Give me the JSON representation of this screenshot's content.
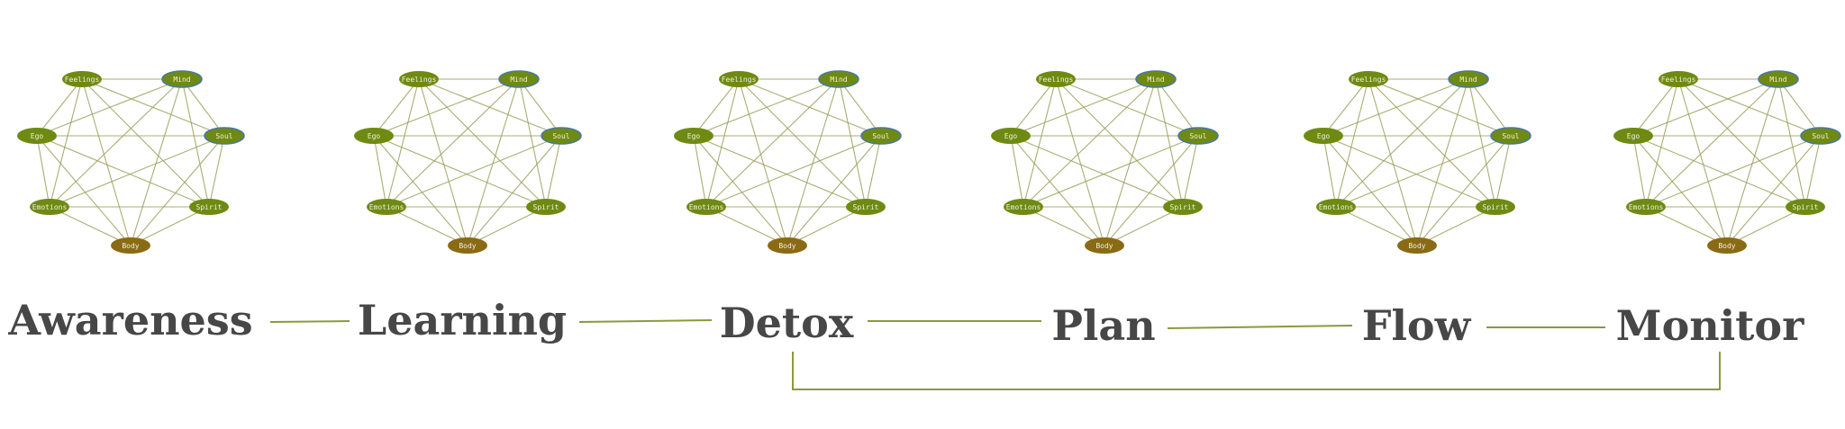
{
  "diagram": {
    "colors": {
      "node_fill_olive": "#6f8a12",
      "node_fill_brown": "#8a6a14",
      "node_stroke_blue": "#4a78a0",
      "node_text": "#f0f0e0",
      "edge": "#9aa05a",
      "connector": "#8a9a3a",
      "stage_text": "#474747"
    },
    "graph_nodes": [
      {
        "id": "feelings",
        "label": "Feelings",
        "fill": "olive"
      },
      {
        "id": "mind",
        "label": "Mind",
        "fill": "olive",
        "outline": "blue"
      },
      {
        "id": "soul",
        "label": "Soul",
        "fill": "olive",
        "outline": "blue"
      },
      {
        "id": "spirit",
        "label": "Spirit",
        "fill": "olive"
      },
      {
        "id": "body",
        "label": "Body",
        "fill": "brown"
      },
      {
        "id": "emotions",
        "label": "Emotions",
        "fill": "olive"
      },
      {
        "id": "ego",
        "label": "Ego",
        "fill": "olive"
      }
    ],
    "graph_edges": "complete",
    "stages": [
      {
        "id": "awareness",
        "label": "Awareness"
      },
      {
        "id": "learning",
        "label": "Learning"
      },
      {
        "id": "detox",
        "label": "Detox"
      },
      {
        "id": "plan",
        "label": "Plan"
      },
      {
        "id": "flow",
        "label": "Flow"
      },
      {
        "id": "monitor",
        "label": "Monitor"
      }
    ],
    "links": [
      {
        "from": "awareness",
        "to": "learning"
      },
      {
        "from": "learning",
        "to": "detox"
      },
      {
        "from": "detox",
        "to": "plan"
      },
      {
        "from": "plan",
        "to": "flow"
      },
      {
        "from": "flow",
        "to": "monitor"
      },
      {
        "from": "detox",
        "to": "monitor",
        "style": "bracket-below"
      }
    ]
  }
}
